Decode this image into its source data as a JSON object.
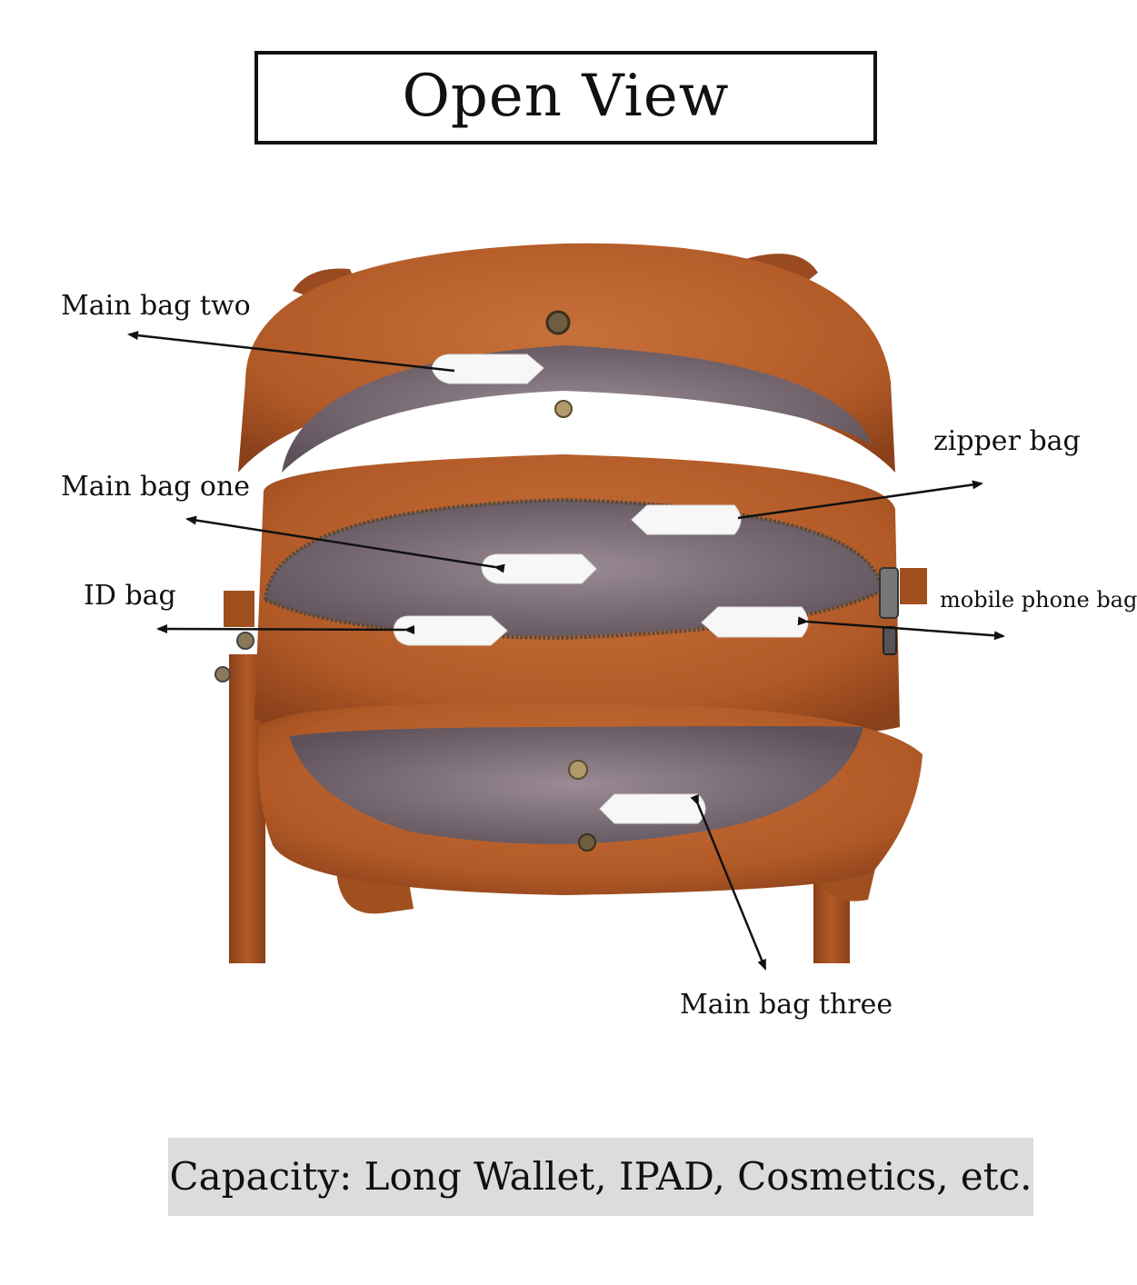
{
  "title": "Open View",
  "callouts": {
    "main_bag_two": "Main bag two",
    "zipper_bag": "zipper bag",
    "main_bag_one": "Main bag one",
    "id_bag": "ID bag",
    "mobile_phone_bag": "mobile phone bag",
    "main_bag_three": "Main bag three"
  },
  "capacity": "Capacity: Long Wallet, IPAD, Cosmetics, etc.",
  "colors": {
    "leather": "#b25a27",
    "leather_dark": "#7f3b17",
    "leather_light": "#c8703a",
    "lining": "#8e8089",
    "lining_dark": "#5e5159",
    "metal": "#8a7a5a",
    "text": "#111111",
    "capacity_bg": "#dcdcdc"
  }
}
